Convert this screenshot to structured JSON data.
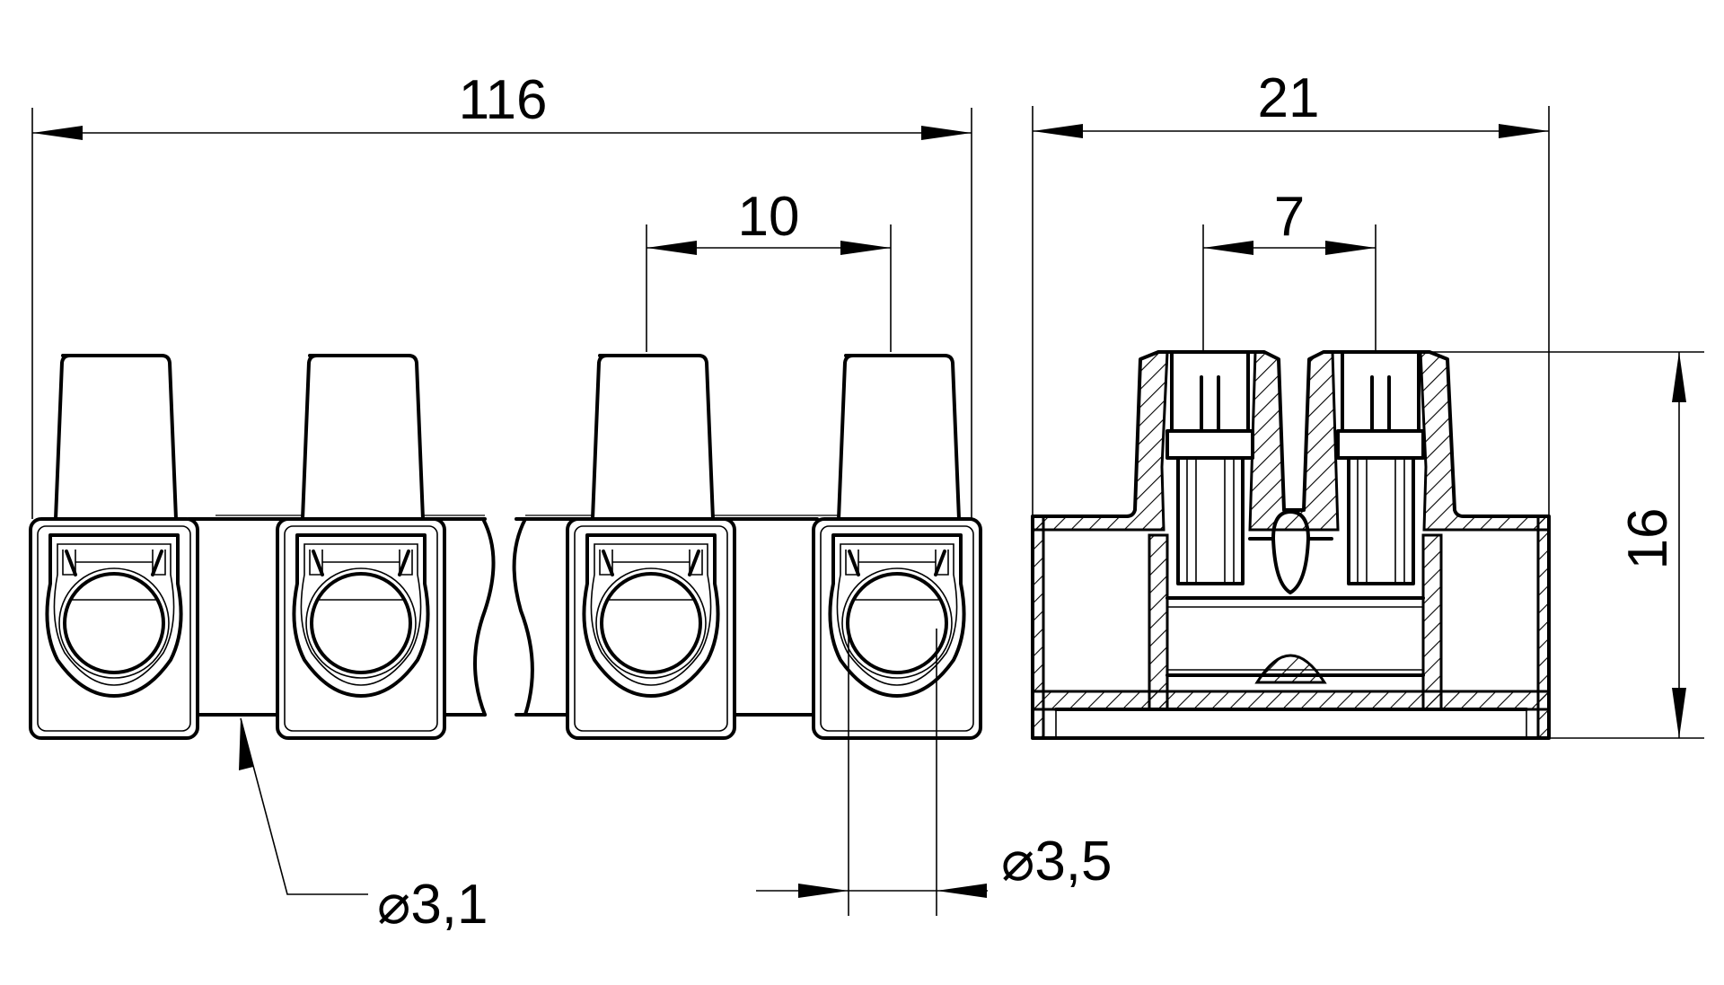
{
  "dimensions": {
    "overall_length": "116",
    "pitch": "10",
    "overall_width": "21",
    "screw_spacing": "7",
    "height": "16",
    "mounting_hole": "⌀3,1",
    "clamp_hole": "⌀3,5"
  },
  "colors": {
    "line": "#000000",
    "background": "#ffffff"
  }
}
